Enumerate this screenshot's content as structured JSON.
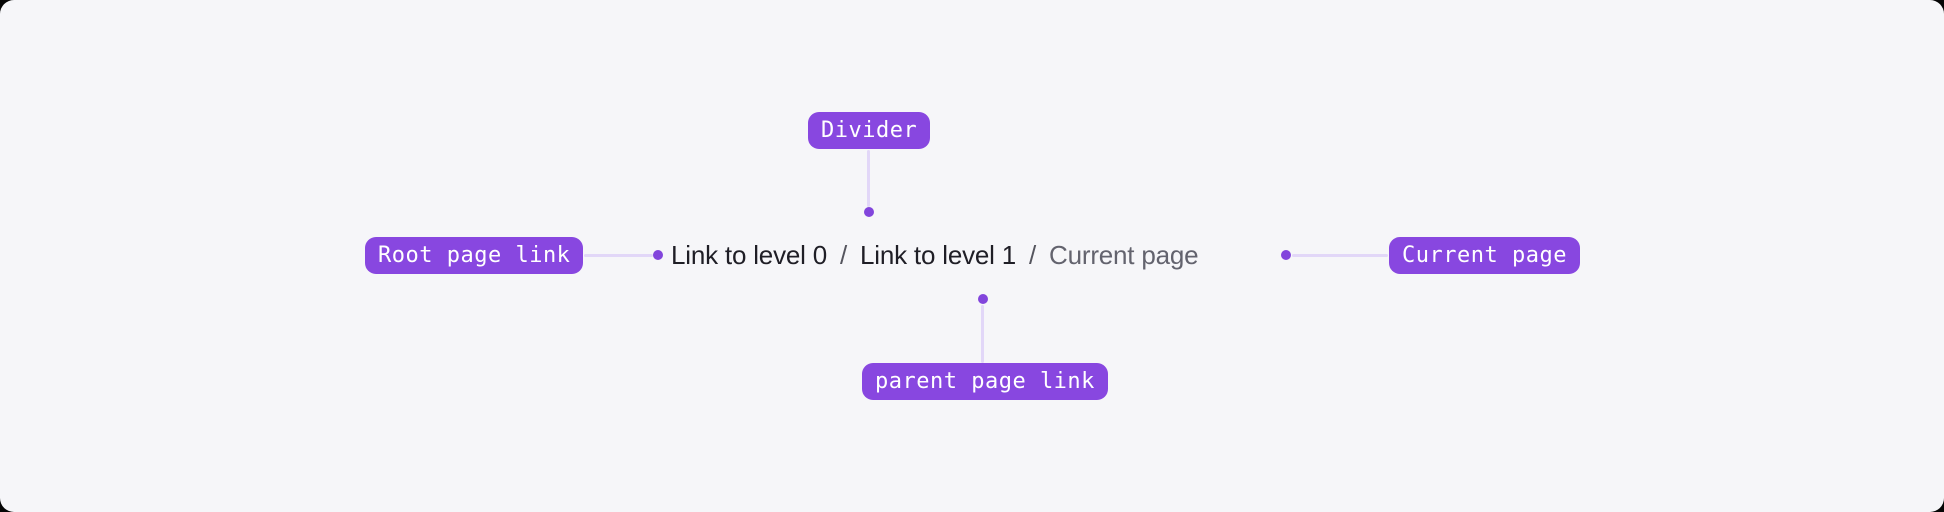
{
  "colors": {
    "outer_bg": "#050505",
    "card_bg": "#F6F6F9",
    "accent": "#8847E0",
    "dot": "#8245DC",
    "connector": "#E2D7F8",
    "pill_text": "#FFFFFF",
    "link_text": "#1F1E26",
    "separator_text": "#55555E",
    "current_text": "#63636E"
  },
  "breadcrumb": {
    "items": [
      {
        "label": "Link to level 0",
        "type": "link"
      },
      {
        "label": "/",
        "type": "separator"
      },
      {
        "label": "Link to level 1",
        "type": "link"
      },
      {
        "label": "/",
        "type": "separator"
      },
      {
        "label": "Current page",
        "type": "current"
      }
    ]
  },
  "annotations": {
    "divider": {
      "label": "Divider"
    },
    "root": {
      "label": "Root page link"
    },
    "current": {
      "label": "Current page"
    },
    "parent": {
      "label": "parent page link"
    }
  }
}
